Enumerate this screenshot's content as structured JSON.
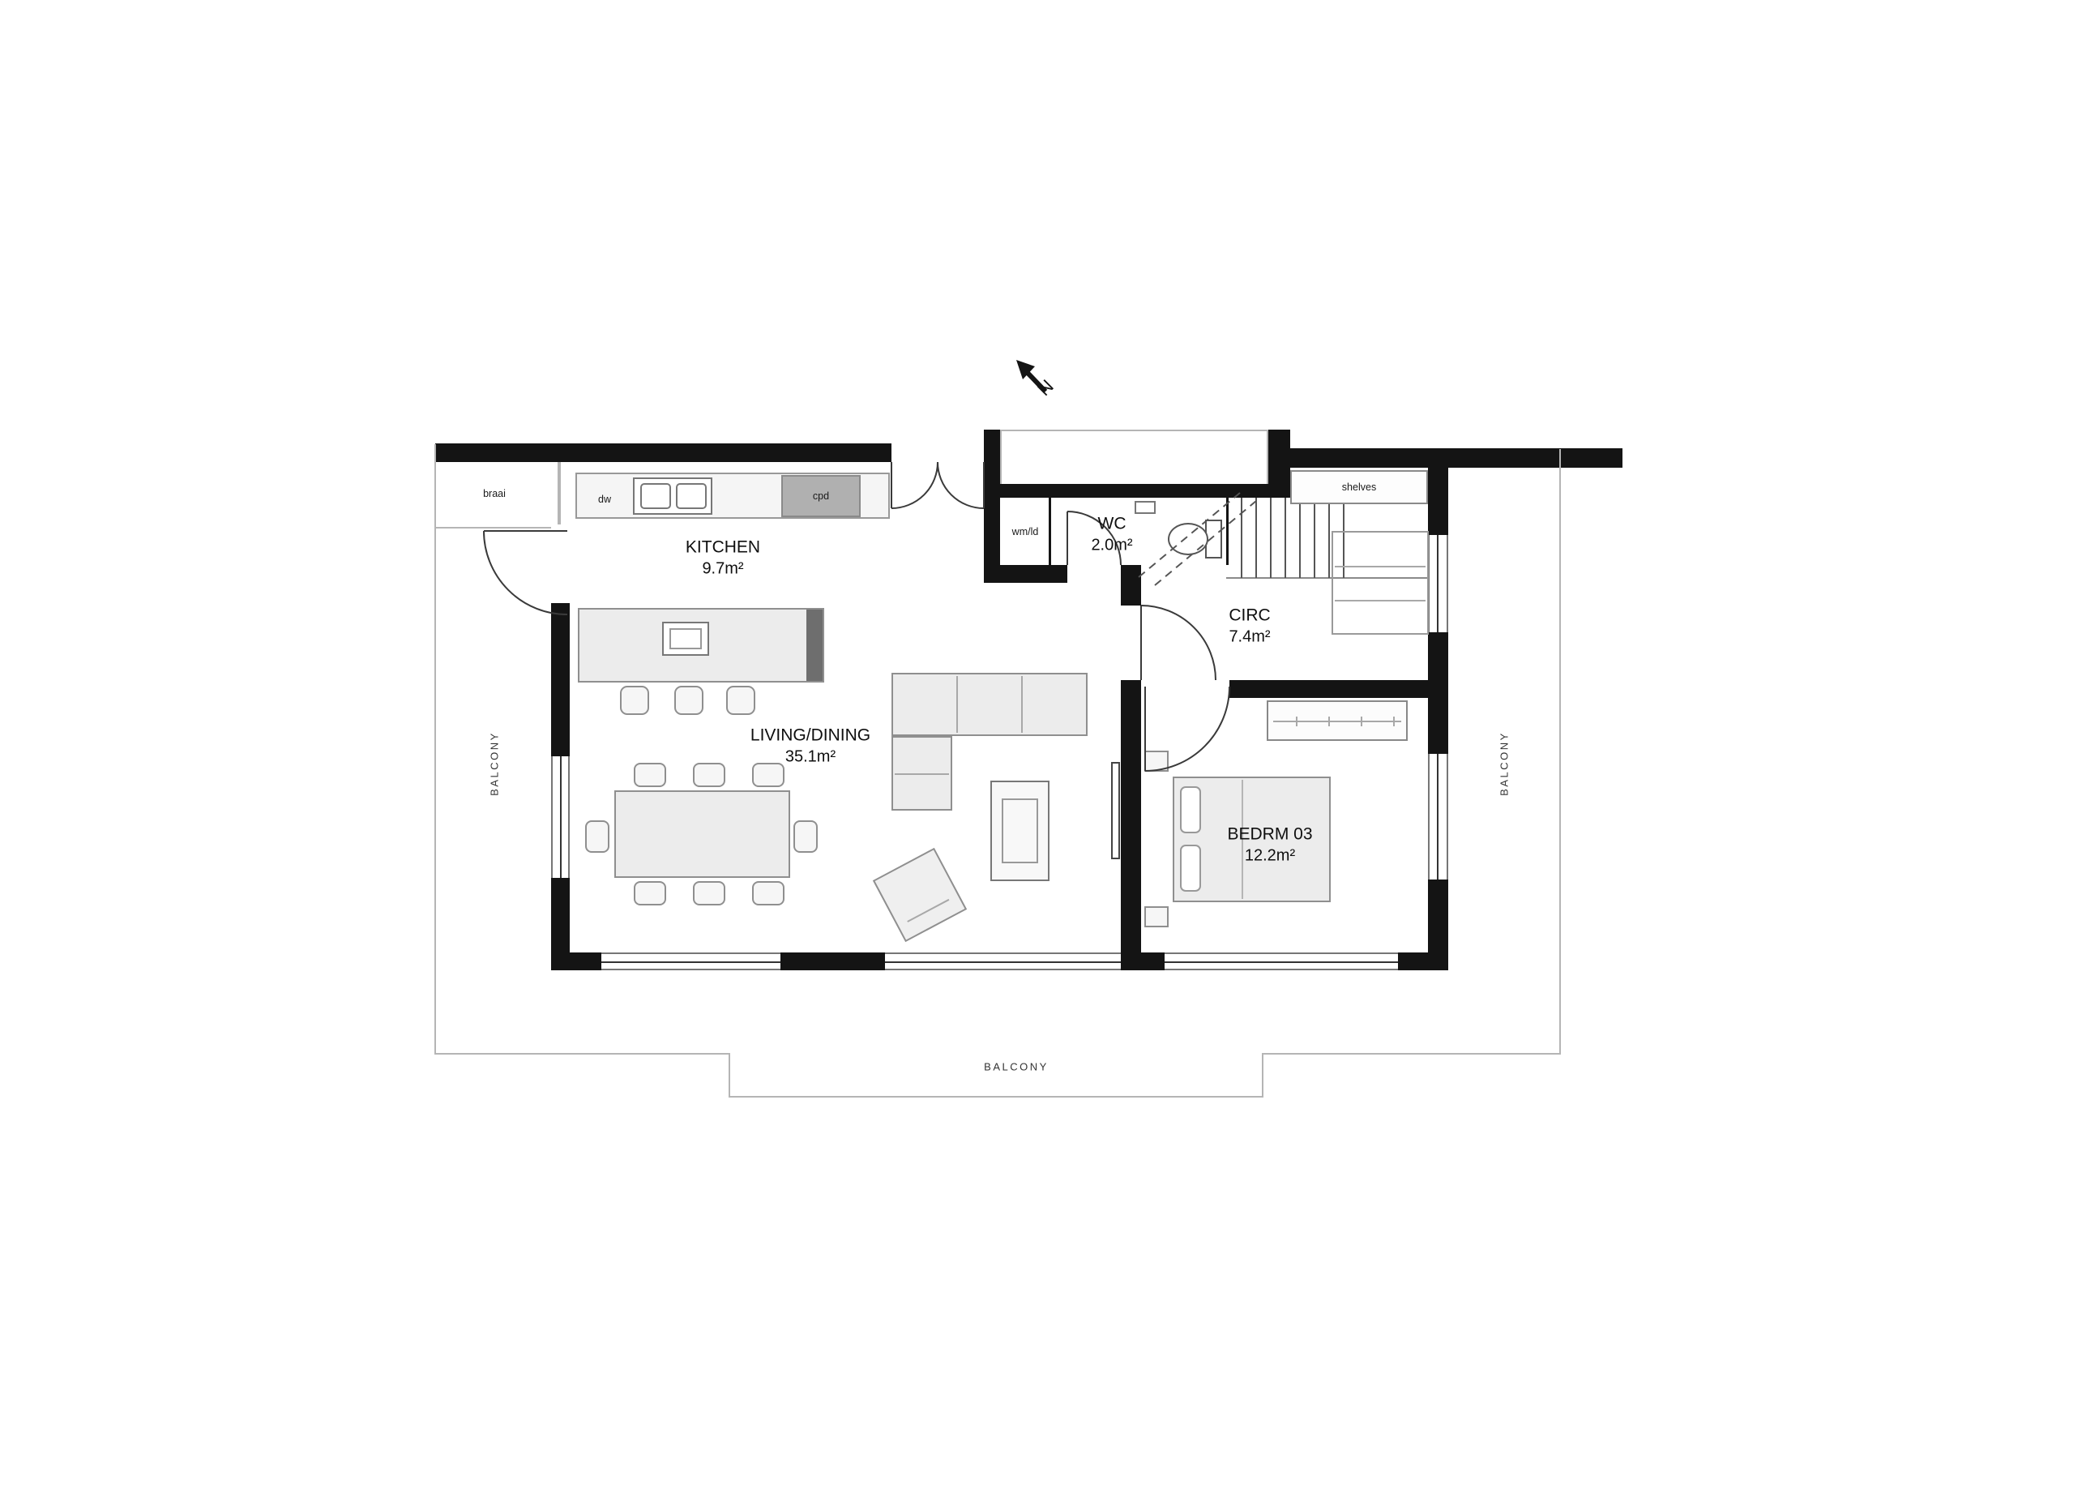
{
  "plan": {
    "north": "N",
    "rooms": [
      {
        "name": "KITCHEN",
        "area": "9.7m²"
      },
      {
        "name": "LIVING/DINING",
        "area": "35.1m²"
      },
      {
        "name": "WC",
        "area": "2.0m²"
      },
      {
        "name": "CIRC",
        "area": "7.4m²"
      },
      {
        "name": "BEDRM 03",
        "area": "12.2m²"
      }
    ],
    "labels": {
      "braai": "braai",
      "dw": "dw",
      "cpd": "cpd",
      "wmld": "wm/ld",
      "shelves": "shelves"
    },
    "balcony": {
      "left": "BALCONY",
      "right": "BALCONY",
      "bottom": "BALCONY"
    },
    "colors": {
      "wall": "#141414",
      "furniture": "#ececec",
      "outline": "#b5b5b5"
    }
  }
}
